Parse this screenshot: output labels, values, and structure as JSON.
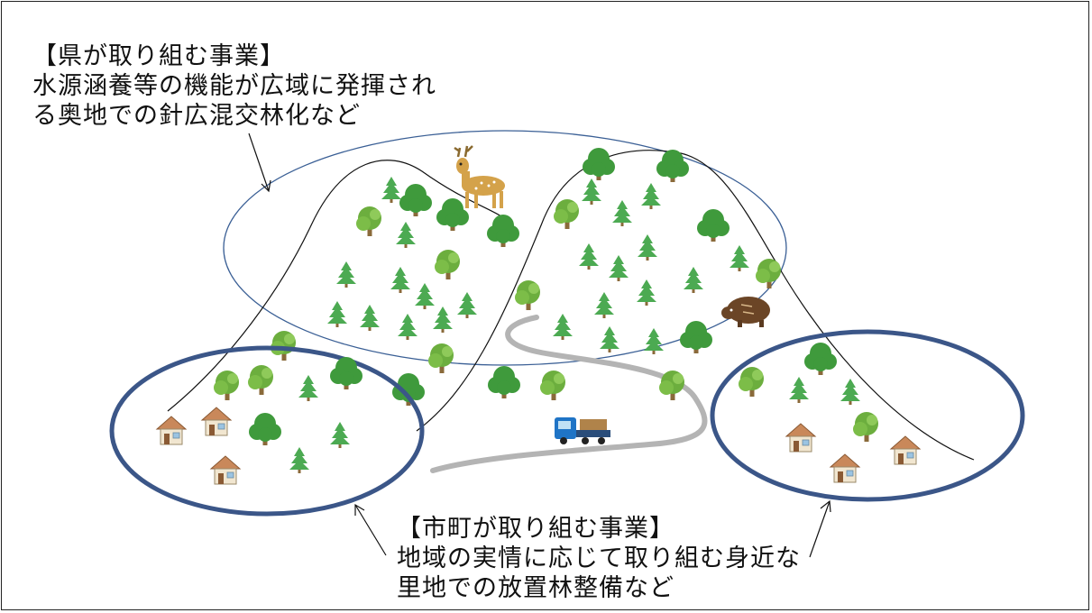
{
  "prefecture_caption": {
    "title": "【県が取り組む事業】",
    "line1": "水源涵養等の機能が広域に発揮され",
    "line2": "る奥地での針広混交林化など"
  },
  "municipality_caption": {
    "title": "【市町が取り組む事業】",
    "line1": "地域の実情に応じて取り組む身近な",
    "line2": "里地での放置林整備など"
  },
  "colors": {
    "prefecture_area_outline": "#3a5f95",
    "municipality_area_outline": "#3b5688",
    "conifer": "#4caa52",
    "broadleaf": "#3f9a3c",
    "road": "#b4b4b4",
    "truck": "#1f74c6"
  },
  "icons": {
    "prefecture_area": "ellipse-outline",
    "municipality_areas": "bold-ellipse-outline",
    "wildlife": [
      "deer-icon",
      "wild-boar-icon"
    ],
    "vehicle": "logging-truck-icon",
    "buildings": "house-icon"
  }
}
